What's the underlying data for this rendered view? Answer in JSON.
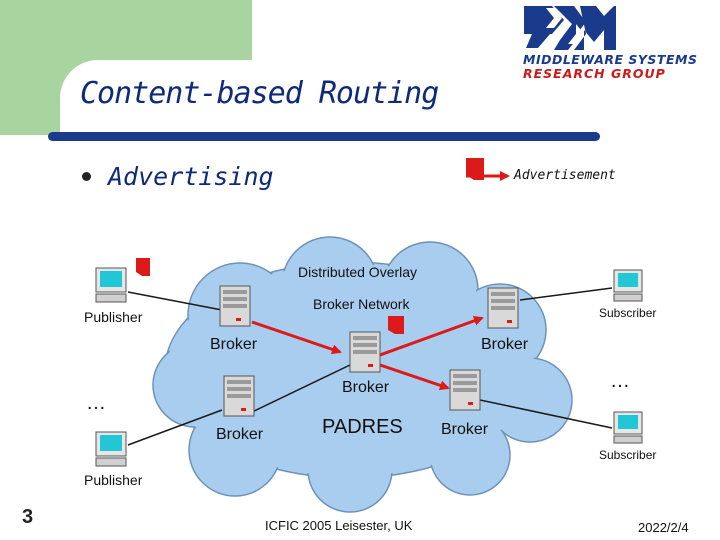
{
  "slide": {
    "title": "Content-based Routing",
    "bullet": "Advertising",
    "page_number": "3",
    "footer_center": "ICFIC 2005 Leisester, UK",
    "footer_right": "2022/2/4"
  },
  "logo": {
    "line1": "MIDDLEWARE SYSTEMS",
    "line2": "RESEARCH GROUP"
  },
  "legend": {
    "advertisement": "Advertisement"
  },
  "diagram": {
    "overlay_line1": "Distributed Overlay",
    "overlay_line2": "Broker Network",
    "network_name": "PADRES",
    "broker_label": "Broker",
    "publisher_label": "Publisher",
    "subscriber_label": "Subscriber",
    "ellipsis": "…"
  },
  "colors": {
    "navy": "#1a3a8c",
    "accent_red": "#dd1a1a",
    "cloud": "#a9cdee",
    "green_block": "#a8d4a0"
  }
}
